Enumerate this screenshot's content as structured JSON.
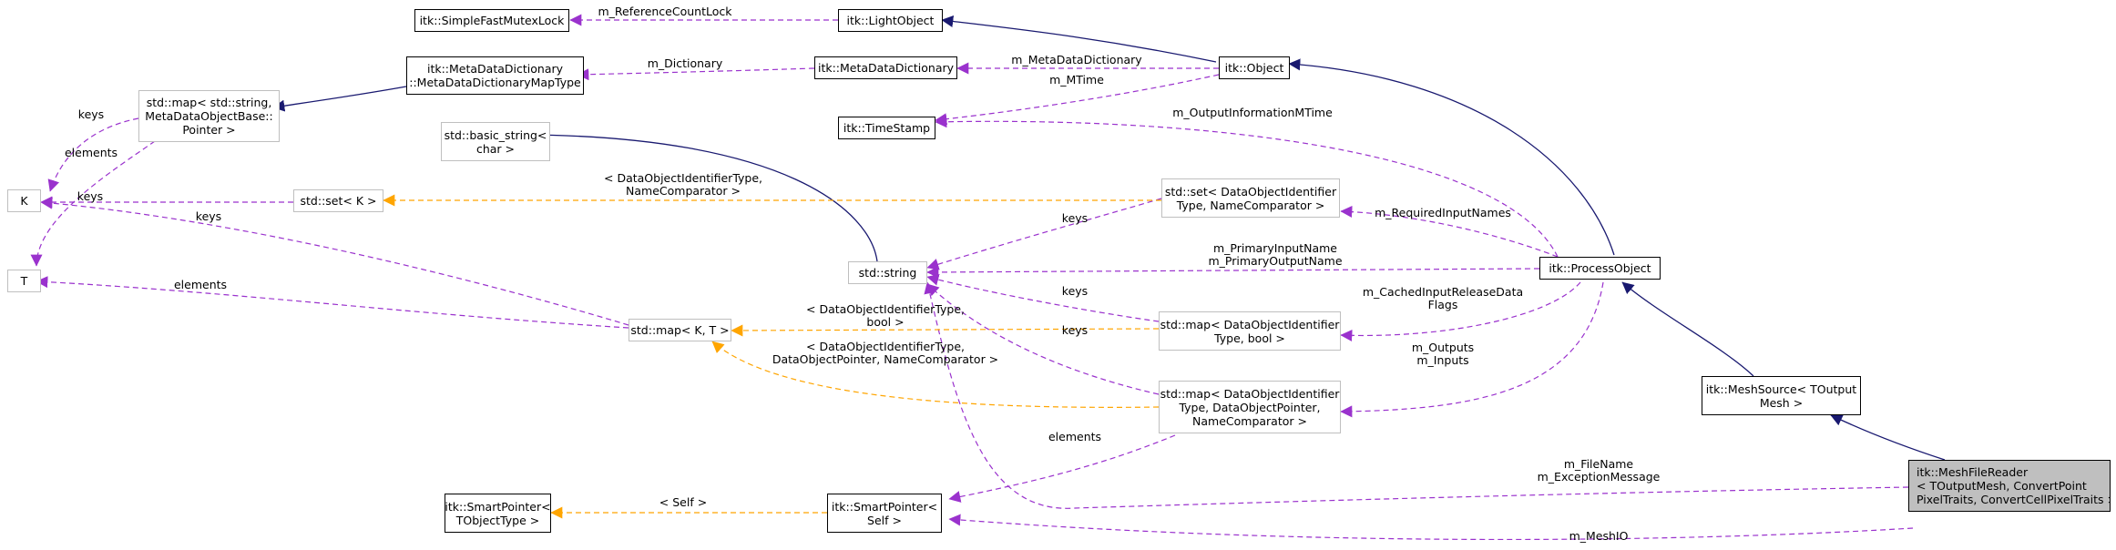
{
  "nodes": {
    "simple_fast_mutex_lock": [
      "itk::SimpleFastMutexLock"
    ],
    "light_object": [
      "itk::LightObject"
    ],
    "meta_data_dictionary_map_type": [
      "itk::MetaDataDictionary",
      "::MetaDataDictionaryMapType"
    ],
    "meta_data_dictionary": [
      "itk::MetaDataDictionary"
    ],
    "object": [
      "itk::Object"
    ],
    "std_map_string_metadata": [
      "std::map< std::string,",
      "MetaDataObjectBase::",
      "Pointer >"
    ],
    "time_stamp": [
      "itk::TimeStamp"
    ],
    "basic_string": [
      "std::basic_string<",
      "char >"
    ],
    "k": [
      "K"
    ],
    "std_set_k": [
      "std::set< K >"
    ],
    "std_set_dataobject": [
      "std::set< DataObjectIdentifier",
      "Type, NameComparator >"
    ],
    "std_string": [
      "std::string"
    ],
    "process_object": [
      "itk::ProcessObject"
    ],
    "t": [
      "T"
    ],
    "std_map_k_t": [
      "std::map< K, T >"
    ],
    "std_map_bool": [
      "std::map< DataObjectIdentifier",
      "Type, bool >"
    ],
    "mesh_source": [
      "itk::MeshSource< TOutput",
      "Mesh >"
    ],
    "std_map_pointer": [
      "std::map< DataObjectIdentifier",
      "Type, DataObjectPointer,",
      "NameComparator >"
    ],
    "mesh_file_reader": [
      "itk::MeshFileReader",
      "< TOutputMesh, ConvertPoint",
      "PixelTraits, ConvertCellPixelTraits >"
    ],
    "smart_pointer_tobjecttype": [
      "itk::SmartPointer<",
      "TObjectType >"
    ],
    "smart_pointer_self": [
      "itk::SmartPointer<",
      "Self >"
    ]
  },
  "edge_labels": {
    "reference_count_lock": [
      "m_ReferenceCountLock"
    ],
    "dictionary": [
      "m_Dictionary"
    ],
    "meta_data_dictionary": [
      "m_MetaDataDictionary"
    ],
    "mtime": [
      "m_MTime"
    ],
    "output_information_mtime": [
      "m_OutputInformationMTime"
    ],
    "keys_a": [
      "keys"
    ],
    "elements_a": [
      "elements"
    ],
    "set_template": [
      "< DataObjectIdentifierType,",
      "NameComparator >"
    ],
    "keys_b": [
      "keys"
    ],
    "keys_c": [
      "keys"
    ],
    "keys_d": [
      "keys"
    ],
    "required_input_names": [
      "m_RequiredInputNames"
    ],
    "primary_input_output_name": [
      "m_PrimaryInputName",
      "m_PrimaryOutputName"
    ],
    "elements_b": [
      "elements"
    ],
    "keys_e": [
      "keys"
    ],
    "cached_input_release": [
      "m_CachedInputReleaseData",
      "Flags"
    ],
    "keys_f": [
      "keys"
    ],
    "map_bool_template": [
      "< DataObjectIdentifierType,",
      "bool >"
    ],
    "map_pointer_template": [
      "< DataObjectIdentifierType,",
      "DataObjectPointer, NameComparator >"
    ],
    "outputs_inputs": [
      "m_Outputs",
      "m_Inputs"
    ],
    "elements_c": [
      "elements"
    ],
    "file_name_exception": [
      "m_FileName",
      "m_ExceptionMessage"
    ],
    "self_template": [
      "< Self >"
    ],
    "mesh_io": [
      "m_MeshIO"
    ]
  },
  "colors": {
    "inheritance": "#191970",
    "usage": "#9a32cd",
    "template": "#ffa500",
    "main_fill": "#bfbfbf",
    "light_border": "#bfbfbf"
  }
}
